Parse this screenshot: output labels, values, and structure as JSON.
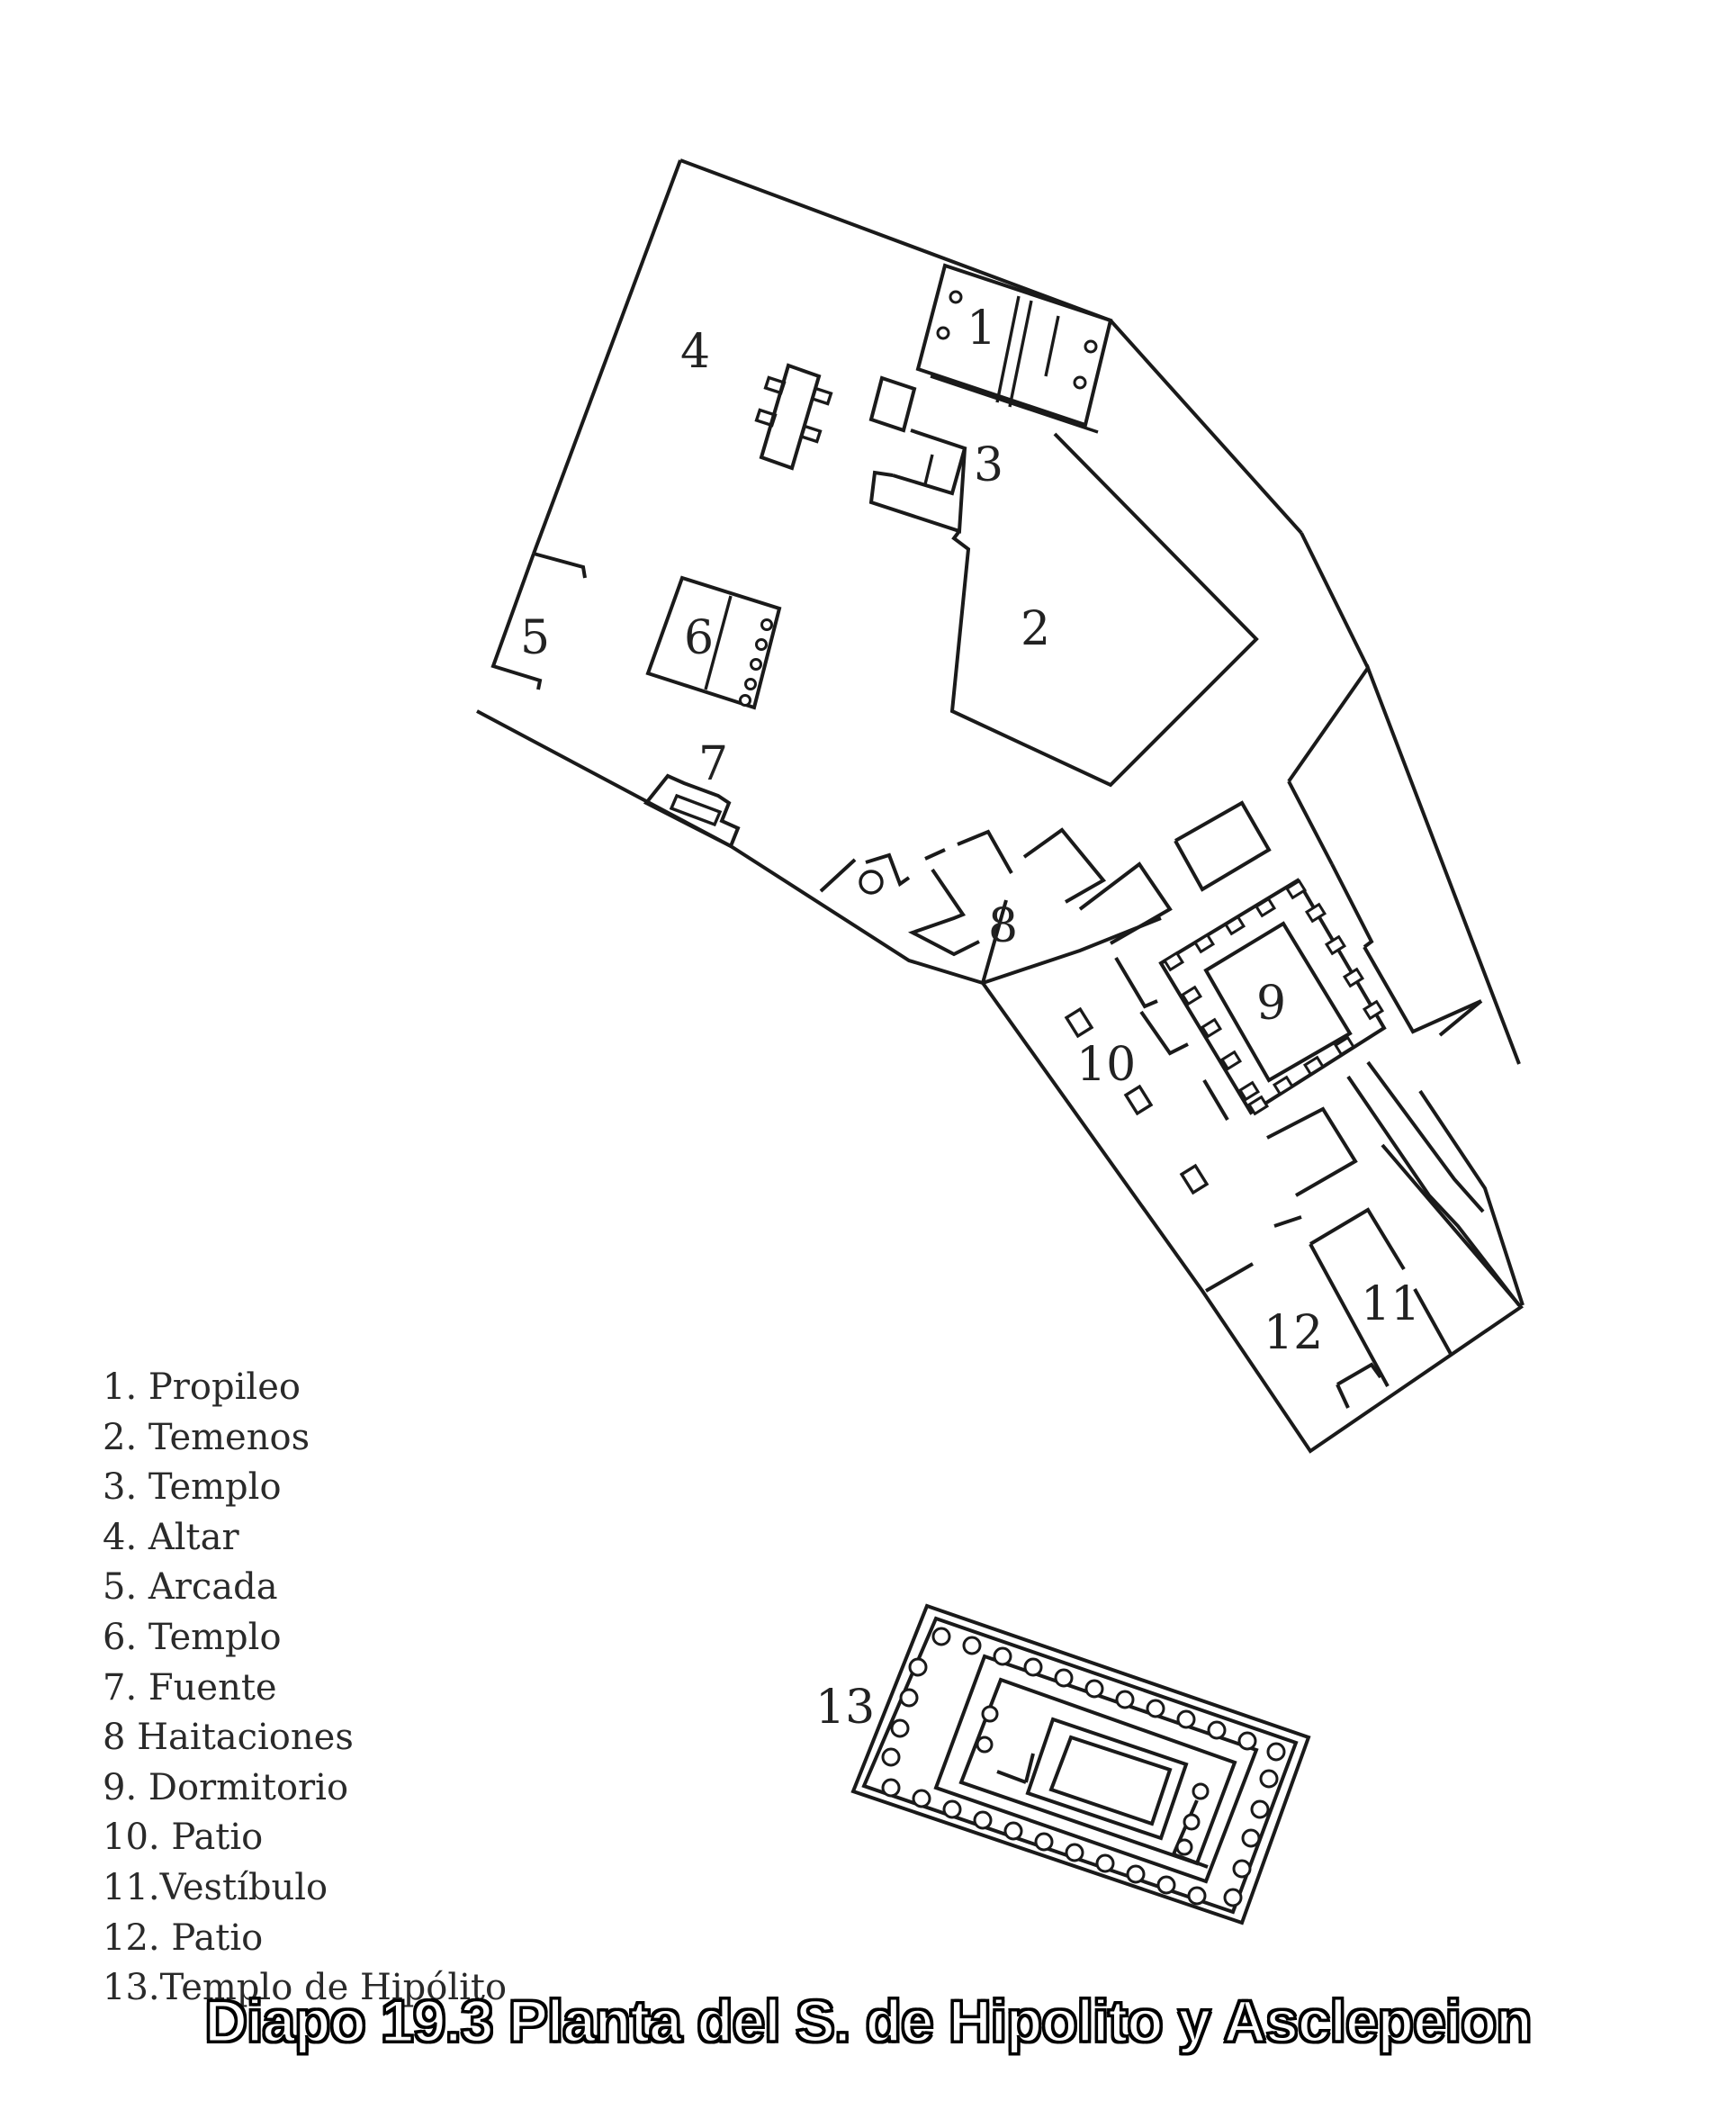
{
  "labels": {
    "n1": "1",
    "n2": "2",
    "n3": "3",
    "n4": "4",
    "n5": "5",
    "n6": "6",
    "n7": "7",
    "n8": "8",
    "n9": "9",
    "n10": "10",
    "n11": "11",
    "n12": "12",
    "n13": "13"
  },
  "legend": [
    "1. Propileo",
    "2. Temenos",
    "3. Templo",
    "4. Altar",
    "5. Arcada",
    "6. Templo",
    "7. Fuente",
    "8 Haitaciones",
    "9. Dormitorio",
    "10. Patio",
    "11.Vestíbulo",
    "12. Patio",
    "13.Templo de Hipólito"
  ],
  "caption": "Diapo 19.3 Planta del S. de Hipolito y Asclepeion"
}
